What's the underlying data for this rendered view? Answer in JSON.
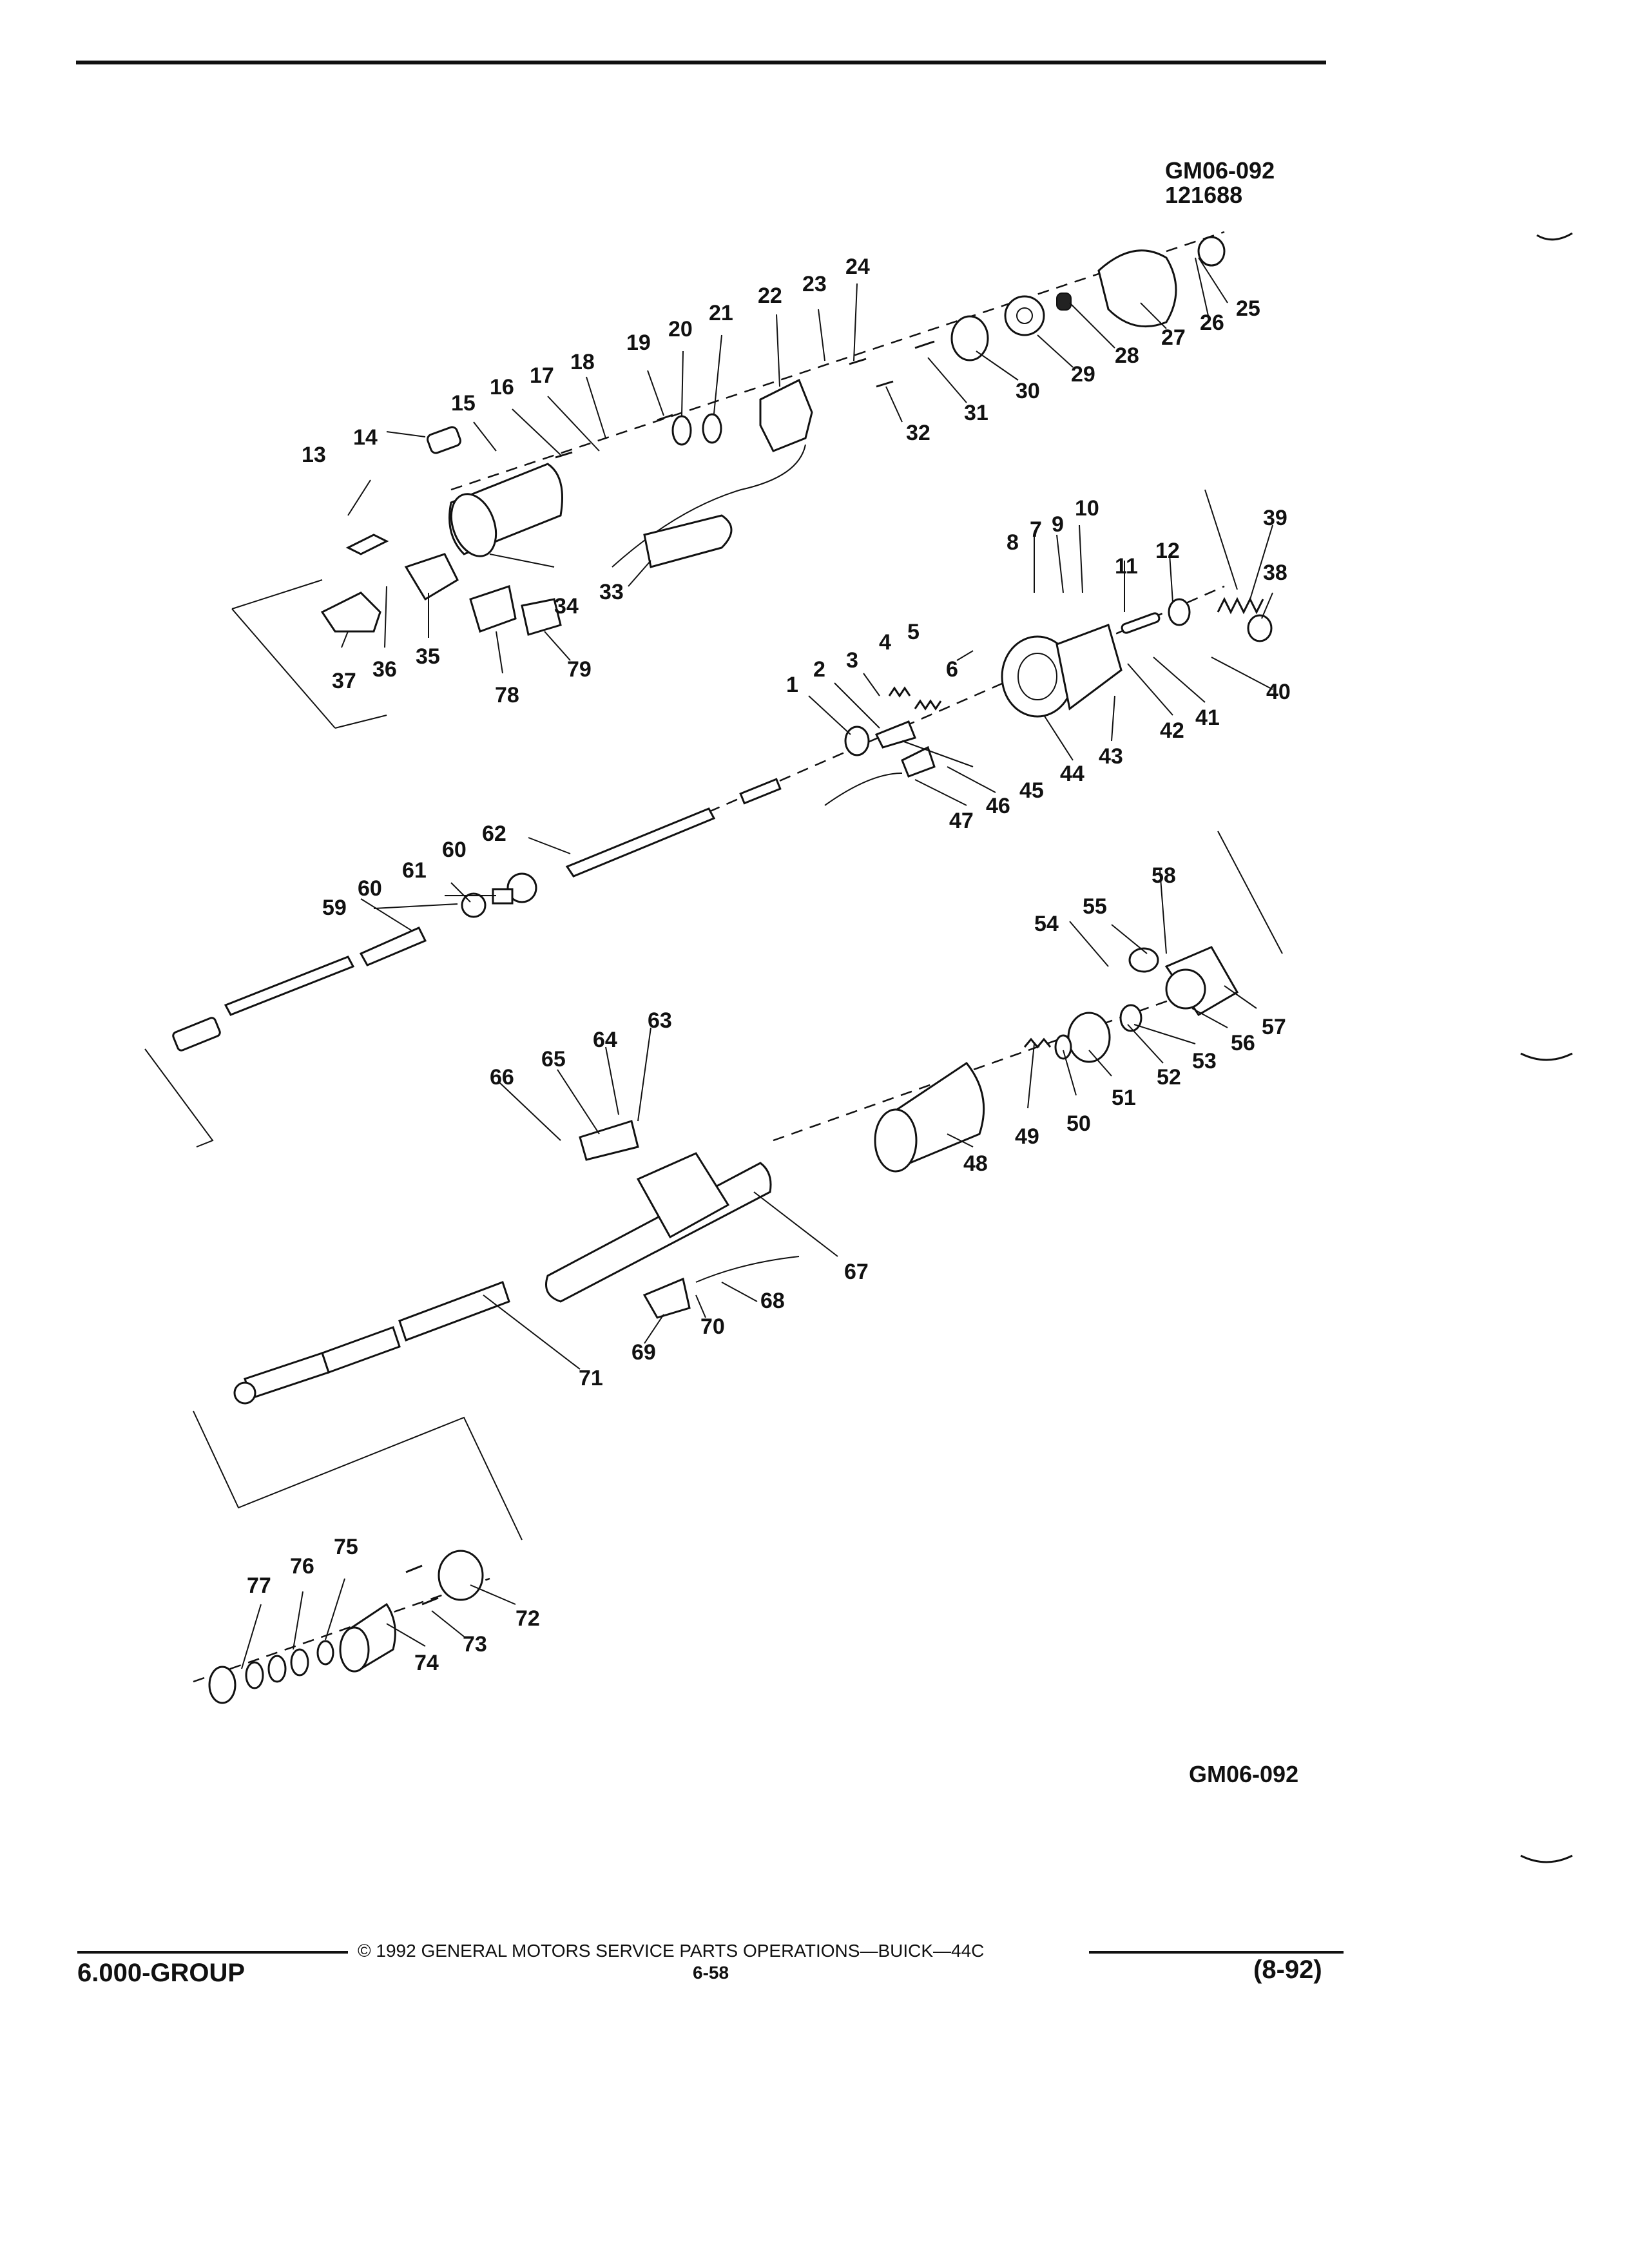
{
  "header": {
    "diagram_id": "GM06-092",
    "diagram_date": "121688"
  },
  "diagram": {
    "part_numbers": [
      "1",
      "2",
      "3",
      "4",
      "5",
      "6",
      "7",
      "8",
      "9",
      "10",
      "11",
      "12",
      "13",
      "14",
      "15",
      "16",
      "17",
      "18",
      "19",
      "20",
      "21",
      "22",
      "23",
      "24",
      "25",
      "26",
      "27",
      "28",
      "29",
      "30",
      "31",
      "32",
      "33",
      "34",
      "35",
      "36",
      "37",
      "38",
      "39",
      "40",
      "41",
      "42",
      "43",
      "44",
      "45",
      "46",
      "47",
      "48",
      "49",
      "50",
      "51",
      "52",
      "53",
      "54",
      "55",
      "56",
      "57",
      "58",
      "59",
      "60",
      "60",
      "61",
      "62",
      "63",
      "64",
      "65",
      "66",
      "67",
      "68",
      "69",
      "70",
      "71",
      "72",
      "73",
      "74",
      "75",
      "76",
      "77",
      "78",
      "79"
    ],
    "bottom_id": "GM06-092"
  },
  "footer": {
    "copyright": "©  1992  GENERAL MOTORS SERVICE PARTS OPERATIONS—BUICK—44C",
    "page_number": "6-58",
    "group": "6.000-GROUP",
    "revision": "(8-92)"
  },
  "colors": {
    "ink": "#111111",
    "paper": "#ffffff"
  }
}
